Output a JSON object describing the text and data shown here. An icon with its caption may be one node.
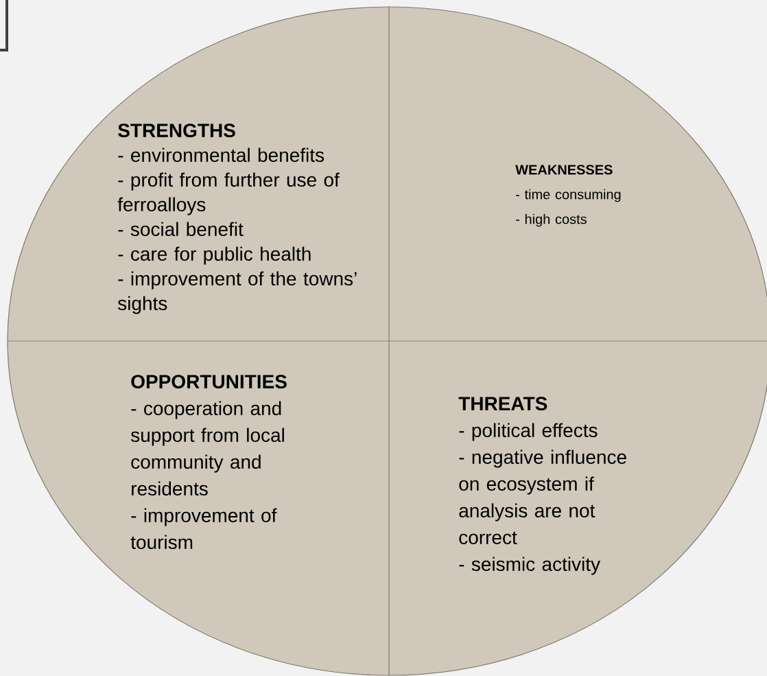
{
  "diagram": {
    "nodes": [
      {
        "text": [],
        "shape": "ellipse"
      },
      {
        "text": [
          "STRENGTHS",
          "- environmental benefits",
          "- profit from further use of ferroalloys",
          "- social benefit",
          "- care for public health",
          "- improvement of the towns’ sights"
        ],
        "in": 0
      },
      {
        "text": [
          "WEAKNESSES",
          "- time consuming",
          "- high costs"
        ],
        "in": 0
      },
      {
        "text": [
          "OPPORTUNITIES",
          "- cooperation and support from local community and residents",
          "- improvement of tourism"
        ],
        "in": 0
      },
      {
        "text": [
          "THREATS",
          "- political effects",
          "- negative influence on ecosystem if analysis are not correct",
          "- seismic activity"
        ],
        "in": 0
      }
    ]
  }
}
